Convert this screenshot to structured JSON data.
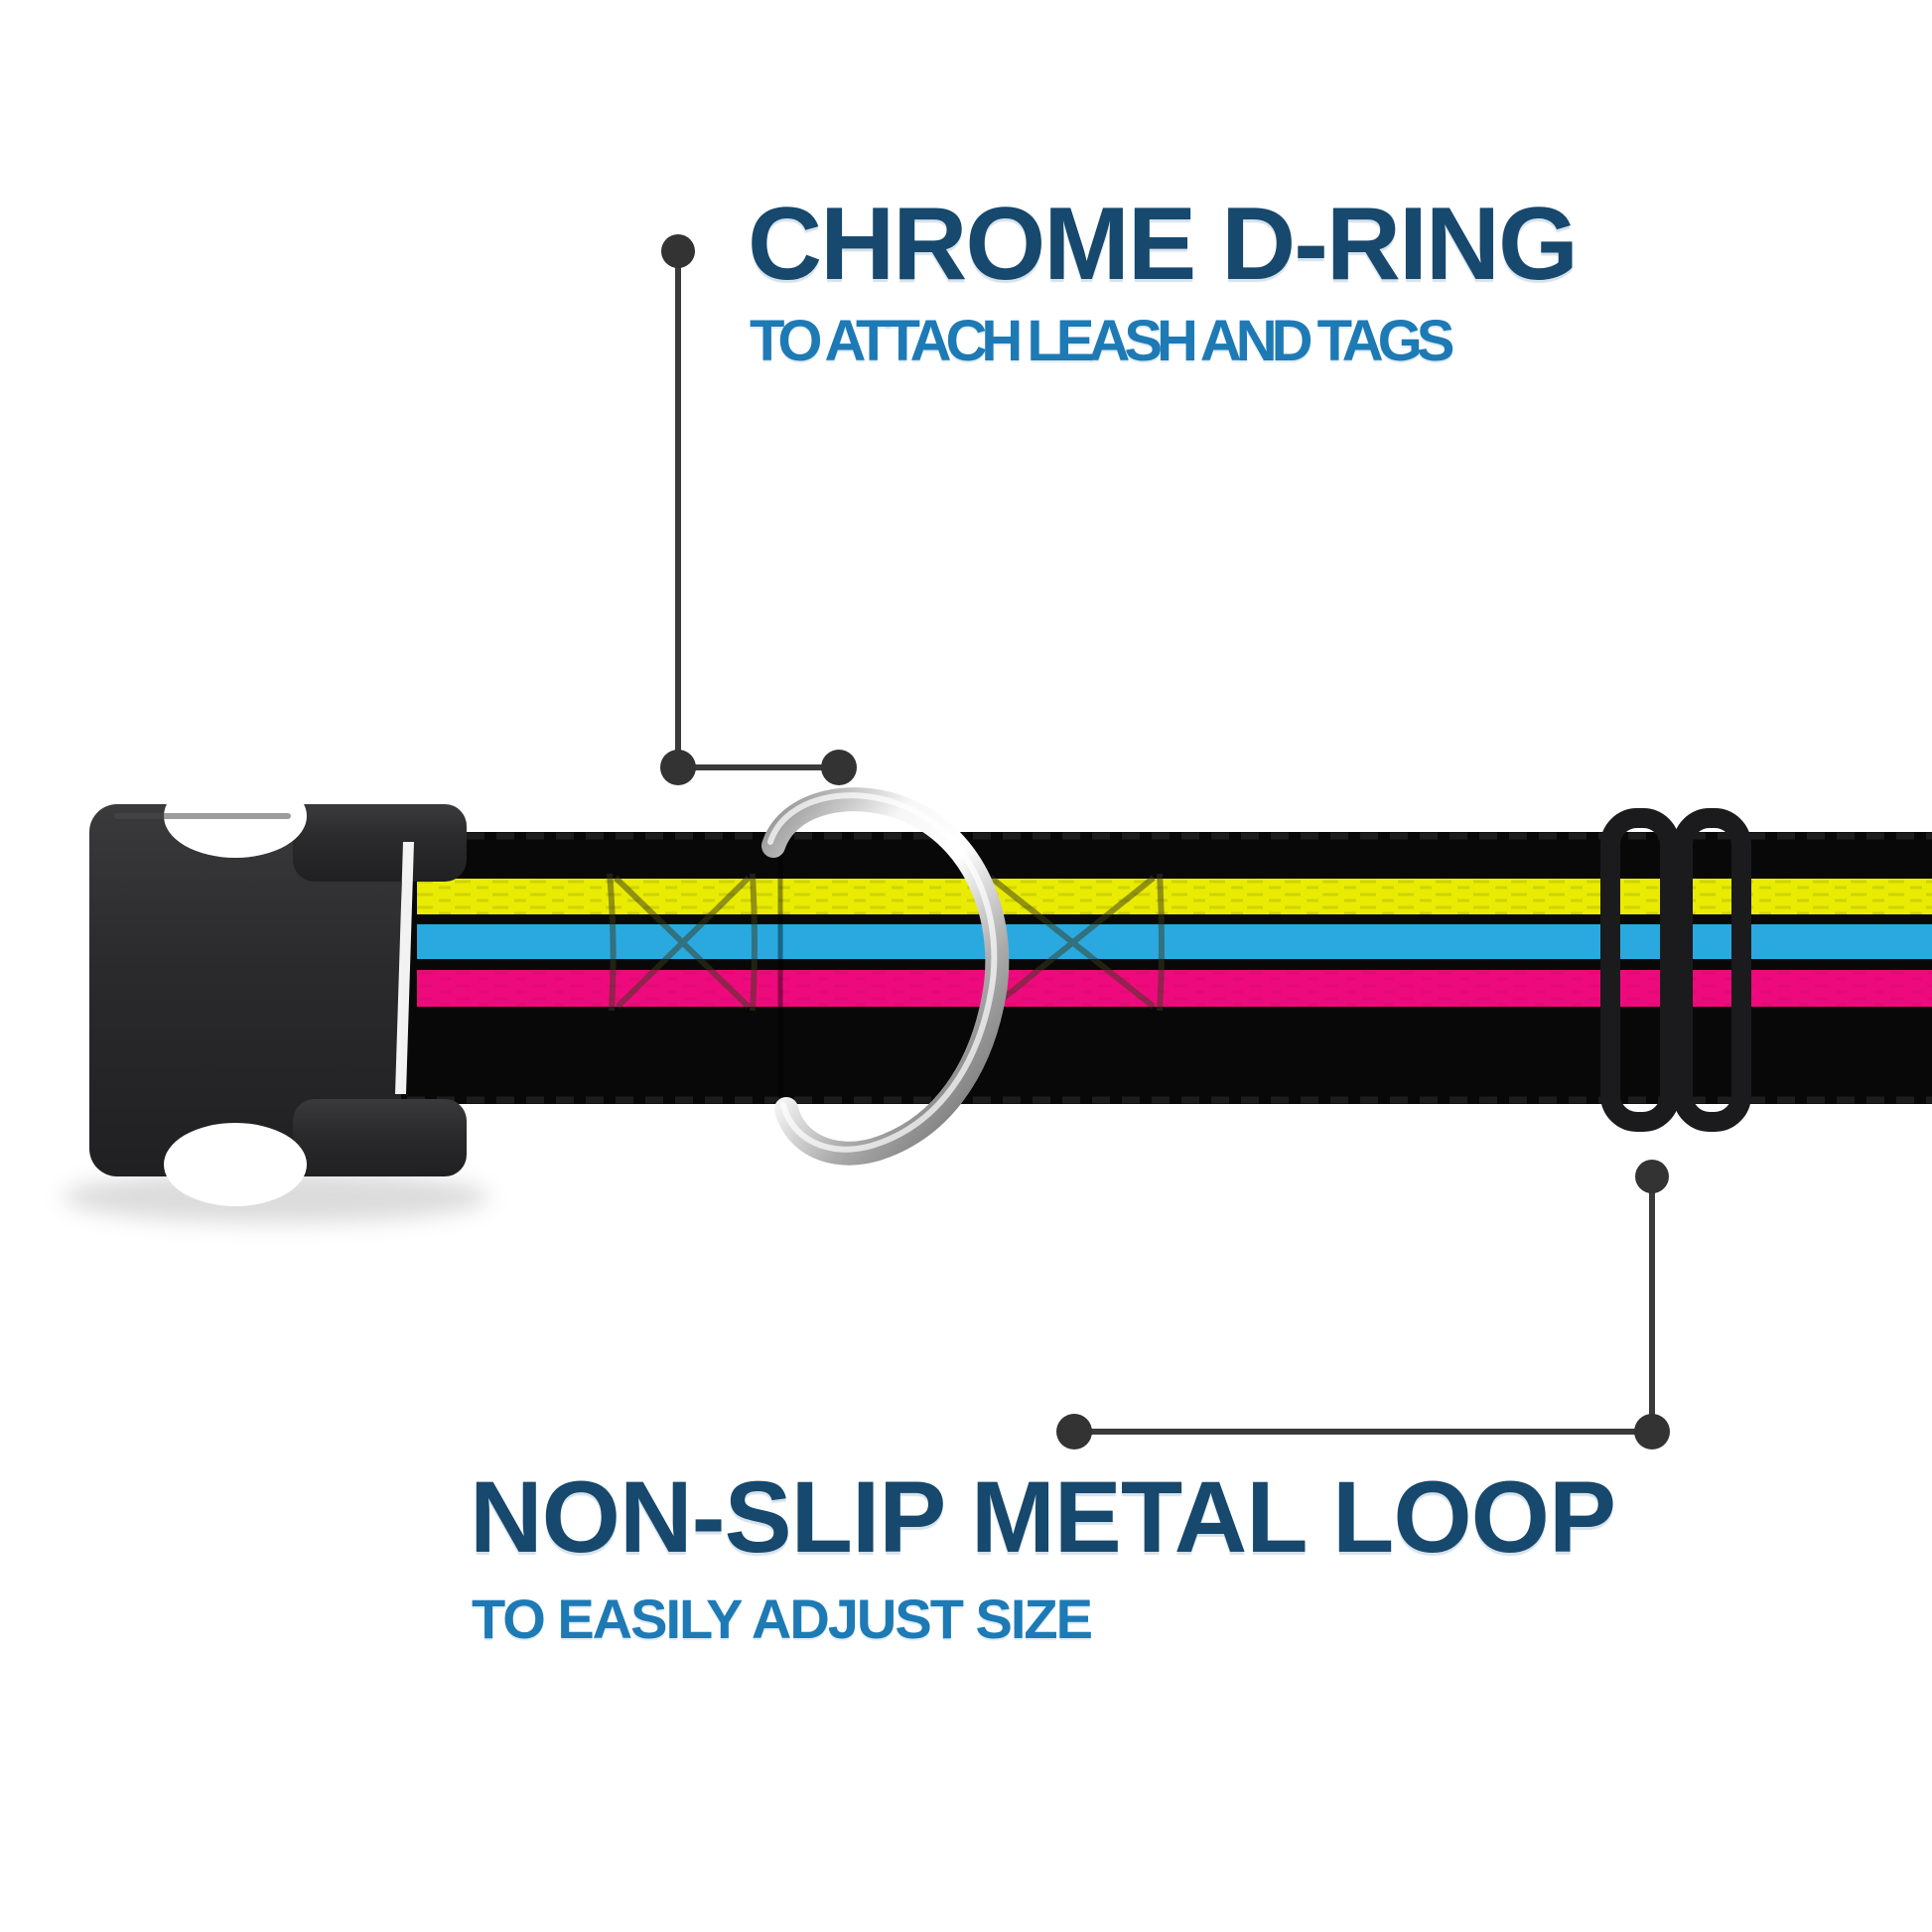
{
  "image": {
    "kind": "annotated-product-infographic",
    "subject": "adjustable dog collar with black, yellow, blue and pink striped webbing"
  },
  "callouts": {
    "top": {
      "title": "CHROME D-RING",
      "subtitle": "TO ATTACH LEASH AND TAGS"
    },
    "bottom": {
      "title": "NON-SLIP METAL LOOP",
      "subtitle": "TO EASILY ADJUST SIZE"
    }
  },
  "product_parts": [
    "side-release-buckle",
    "striped-webbing-strap",
    "chrome-d-ring",
    "adjuster-slider-loop",
    "box-x-stitching"
  ],
  "colors": {
    "background": "#ffffff",
    "title": "#17486d",
    "subtitle": "#1d7ab5",
    "line": "#3a3a3a",
    "dot": "#333333",
    "strap": "#080808",
    "stripe_yellow": "#e9ec02",
    "stripe_blue": "#29a9e0",
    "stripe_pink": "#ee0a7c",
    "buckle": "#2a2a2c",
    "slider": "#1b1b1e",
    "chrome": "#e8e8e8"
  }
}
